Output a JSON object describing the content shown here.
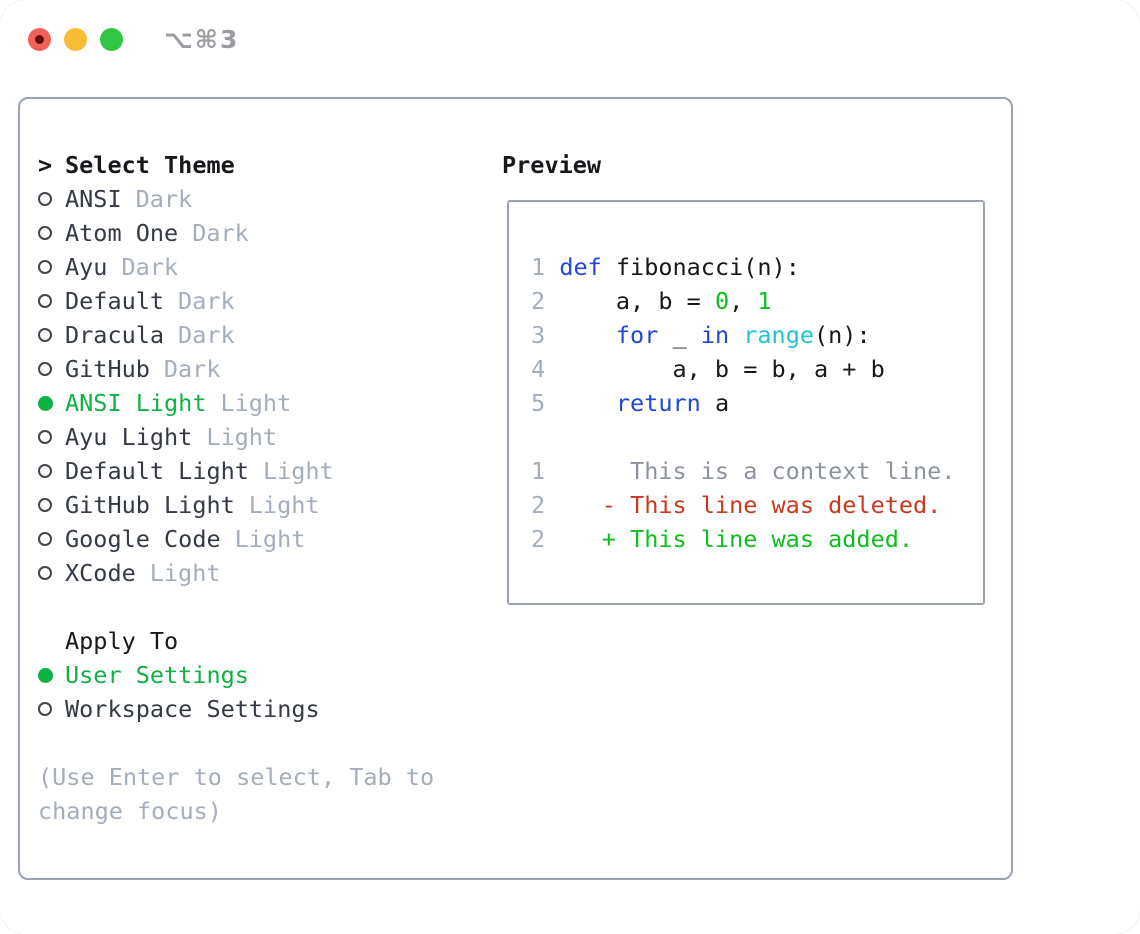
{
  "titlebar": {
    "shortcut": "⌥⌘3",
    "buttons": [
      "close",
      "minimize",
      "zoom"
    ]
  },
  "panel": {
    "select_theme": {
      "header_marker": ">",
      "header": "Select Theme",
      "items": [
        {
          "name": "ANSI",
          "variant": "Dark",
          "selected": false
        },
        {
          "name": "Atom One",
          "variant": "Dark",
          "selected": false
        },
        {
          "name": "Ayu",
          "variant": "Dark",
          "selected": false
        },
        {
          "name": "Default",
          "variant": "Dark",
          "selected": false
        },
        {
          "name": "Dracula",
          "variant": "Dark",
          "selected": false
        },
        {
          "name": "GitHub",
          "variant": "Dark",
          "selected": false
        },
        {
          "name": "ANSI Light",
          "variant": "Light",
          "selected": true
        },
        {
          "name": "Ayu Light",
          "variant": "Light",
          "selected": false
        },
        {
          "name": "Default Light",
          "variant": "Light",
          "selected": false
        },
        {
          "name": "GitHub Light",
          "variant": "Light",
          "selected": false
        },
        {
          "name": "Google Code",
          "variant": "Light",
          "selected": false
        },
        {
          "name": "XCode",
          "variant": "Light",
          "selected": false
        }
      ]
    },
    "apply_to": {
      "header": "Apply To",
      "options": [
        {
          "name": "User Settings",
          "selected": true
        },
        {
          "name": "Workspace Settings",
          "selected": false
        }
      ]
    },
    "help_lines": [
      "(Use Enter to select, Tab to",
      "change focus)"
    ]
  },
  "preview": {
    "header": "Preview",
    "lines": [
      {
        "segments": [
          {
            "t": "1",
            "c": "num"
          },
          {
            "t": " ",
            "c": "plain"
          },
          {
            "t": "def",
            "c": "kw"
          },
          {
            "t": " fibonacci(n):",
            "c": "plain"
          }
        ]
      },
      {
        "segments": [
          {
            "t": "2",
            "c": "num"
          },
          {
            "t": "     a, b = ",
            "c": "plain"
          },
          {
            "t": "0",
            "c": "val"
          },
          {
            "t": ", ",
            "c": "plain"
          },
          {
            "t": "1",
            "c": "val"
          }
        ]
      },
      {
        "segments": [
          {
            "t": "3",
            "c": "num"
          },
          {
            "t": "     ",
            "c": "plain"
          },
          {
            "t": "for",
            "c": "kw"
          },
          {
            "t": " _ ",
            "c": "plain"
          },
          {
            "t": "in",
            "c": "kw"
          },
          {
            "t": " ",
            "c": "plain"
          },
          {
            "t": "range",
            "c": "builtin"
          },
          {
            "t": "(n):",
            "c": "plain"
          }
        ]
      },
      {
        "segments": [
          {
            "t": "4",
            "c": "num"
          },
          {
            "t": "         a, b = b, a + b",
            "c": "plain"
          }
        ]
      },
      {
        "segments": [
          {
            "t": "5",
            "c": "num"
          },
          {
            "t": "     ",
            "c": "plain"
          },
          {
            "t": "return",
            "c": "kw"
          },
          {
            "t": " a",
            "c": "plain"
          }
        ]
      },
      {
        "segments": []
      },
      {
        "segments": [
          {
            "t": "1",
            "c": "num"
          },
          {
            "t": "      This is a context line.",
            "c": "ctx"
          }
        ]
      },
      {
        "segments": [
          {
            "t": "2",
            "c": "num"
          },
          {
            "t": "    - This line was deleted.",
            "c": "del"
          }
        ]
      },
      {
        "segments": [
          {
            "t": "2",
            "c": "num"
          },
          {
            "t": "    + This line was added.",
            "c": "add"
          }
        ]
      }
    ]
  },
  "colors": {
    "accent_green": "#10b144",
    "muted_gray": "#a4adbb",
    "dark_text": "#343a43",
    "black_text": "#16181b",
    "border_gray": "#9ba3b0",
    "num": "#a4adbb",
    "plain": "#16181b",
    "kw": "#2346d4",
    "val": "#0ebd1e",
    "builtin": "#1fc3d6",
    "ctx": "#8c939d",
    "del": "#c8391f",
    "add": "#0ebd1e",
    "traffic_red": "#f4605a",
    "traffic_yellow": "#f8bc35",
    "traffic_green": "#30c545"
  }
}
